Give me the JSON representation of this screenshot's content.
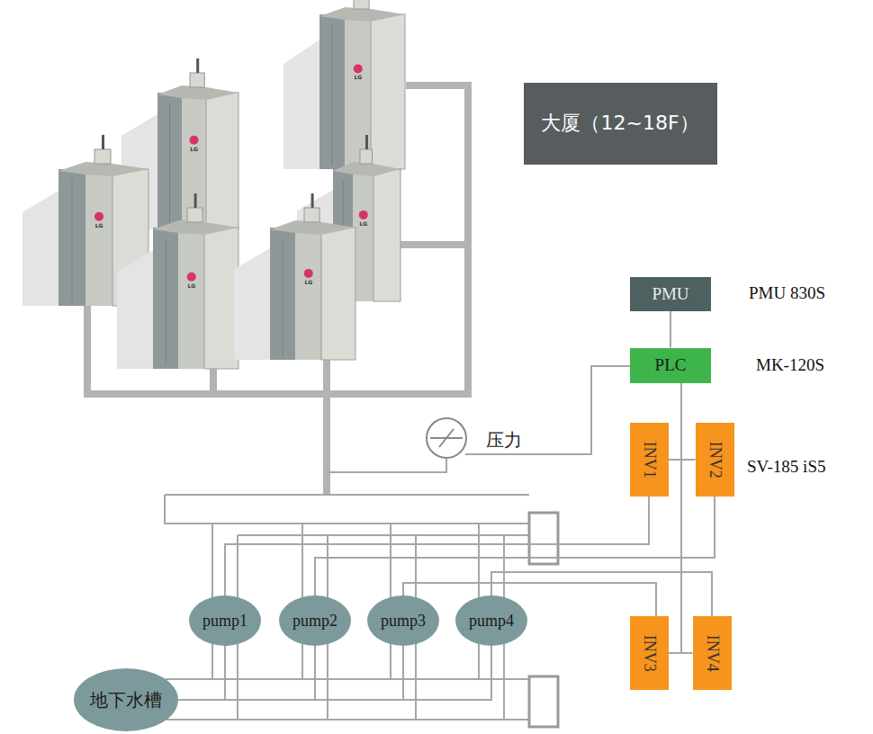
{
  "diagram": {
    "nodes": [
      {
        "text": [
          "大厦（12~18F）"
        ]
      },
      {
        "text": [
          "PMU"
        ]
      },
      {
        "text": [
          "PLC"
        ]
      },
      {
        "text": [
          "INV1"
        ]
      },
      {
        "text": [
          "INV2"
        ]
      },
      {
        "text": [
          "pump1"
        ]
      },
      {
        "text": [
          "pump2"
        ]
      },
      {
        "text": [
          "pump3"
        ]
      },
      {
        "text": [
          "pump4"
        ]
      },
      {
        "text": [
          "INV3"
        ]
      },
      {
        "text": [
          "INV4"
        ]
      },
      {
        "text": [
          "地下水槽"
        ]
      }
    ],
    "edges": [
      {
        "from": 1,
        "to": 2,
        "arrow": "none"
      },
      {
        "from": 2,
        "to": 3,
        "arrow": "none"
      },
      {
        "from": 2,
        "to": 4,
        "arrow": "none"
      },
      {
        "from": 2,
        "to": 9,
        "arrow": "none"
      },
      {
        "from": 2,
        "to": 10,
        "arrow": "none"
      },
      {
        "from": 3,
        "to": 5,
        "arrow": "none"
      },
      {
        "from": 4,
        "to": 6,
        "arrow": "none"
      },
      {
        "from": 9,
        "to": 7,
        "arrow": "none"
      },
      {
        "from": 10,
        "to": 8,
        "arrow": "none"
      },
      {
        "from": 5,
        "to": 11,
        "arrow": "none"
      },
      {
        "from": 6,
        "to": 11,
        "arrow": "none"
      },
      {
        "from": 7,
        "to": 11,
        "arrow": "none"
      },
      {
        "from": 8,
        "to": 11,
        "arrow": "none"
      }
    ],
    "labels": [
      "压力",
      "PMU 830S",
      "MK-120S",
      "SV-185 iS5",
      "LG",
      "LG",
      "LG",
      "LG",
      "LG",
      "LG"
    ]
  }
}
